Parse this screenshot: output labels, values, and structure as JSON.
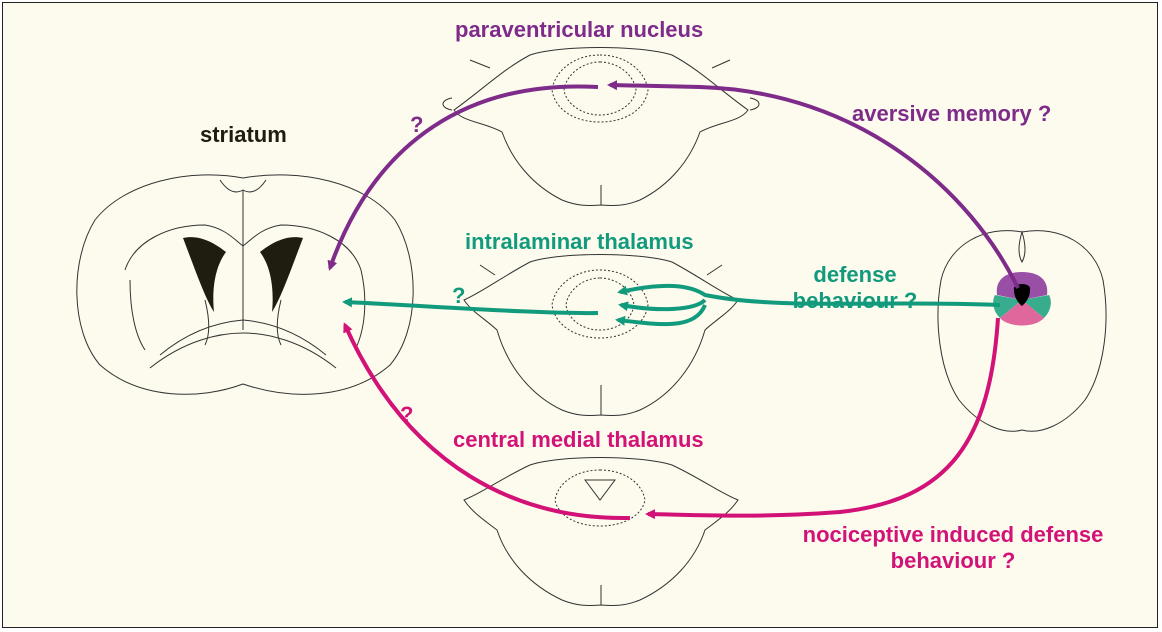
{
  "colors": {
    "background": "#fcfbee",
    "outline": "#333333",
    "ventricle": "#1f1d10",
    "purple": "#7e2b8a",
    "green": "#129a7d",
    "magenta": "#d31277",
    "pag_purple": "#9a4fa6",
    "pag_green": "#38ad8d",
    "pag_pink": "#e0679c"
  },
  "labels": {
    "striatum": "striatum",
    "paraventricular": "paraventricular nucleus",
    "intralaminar": "intralaminar thalamus",
    "central_medial": "central medial thalamus",
    "aversive": "aversive memory ?",
    "defense_line1": "defense",
    "defense_line2": "behaviour  ?",
    "nociceptive_line1": "nociceptive induced defense",
    "nociceptive_line2": "behaviour  ?",
    "q_purple": "?",
    "q_green": "?",
    "q_magenta": "?"
  }
}
